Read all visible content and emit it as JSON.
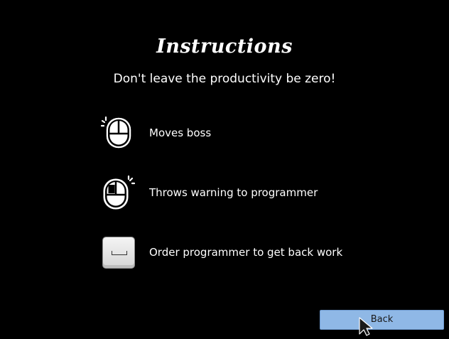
{
  "screen": {
    "title": "Instructions",
    "subtitle": "Don't leave the productivity be zero!"
  },
  "instructions": [
    {
      "icon": "mouse-right-click-icon",
      "label": "Moves boss"
    },
    {
      "icon": "mouse-left-click-icon",
      "label": "Throws warning to programmer"
    },
    {
      "icon": "spacebar-key-icon",
      "label": "Order programmer to get back work"
    }
  ],
  "back_button": {
    "label": "Back"
  },
  "colors": {
    "background": "#000000",
    "text": "#ffffff",
    "button": "#8fb8e6"
  }
}
